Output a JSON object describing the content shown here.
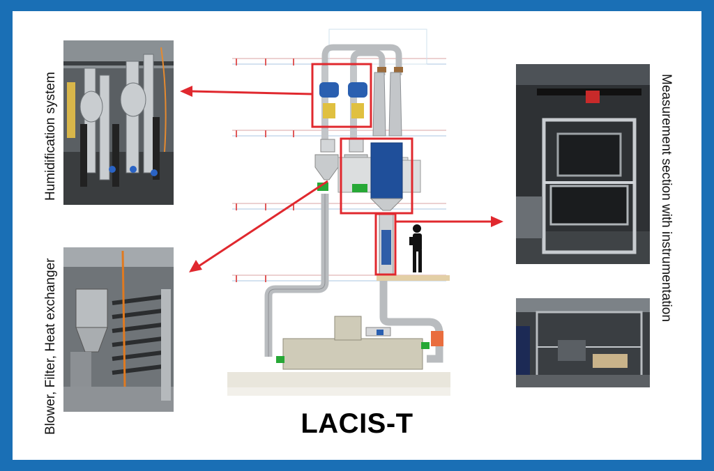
{
  "labels": {
    "humidification": "Humidification system",
    "blower": "Blower, Filter, Heat exchanger",
    "measurement": "Measurement section with instrumentation"
  },
  "title": "LACIS-T",
  "colors": {
    "frame": "#1a6fb5",
    "highlight": "#e0282e",
    "tank_blue": "#1f4f9a",
    "pipe_gray": "#b9bcbf",
    "base_beige": "#cfcbb8"
  },
  "icons": {
    "person": "person-silhouette-icon",
    "arrow": "red-arrow-icon"
  }
}
